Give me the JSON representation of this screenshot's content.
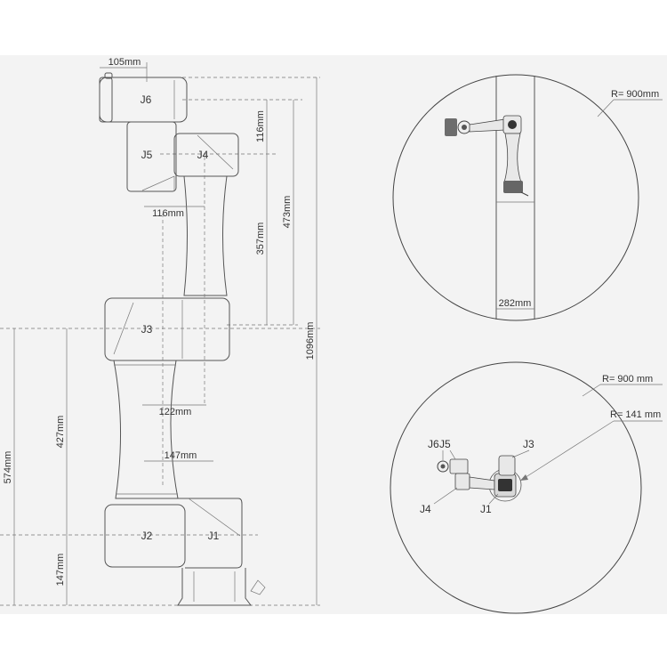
{
  "side_view": {
    "joints": {
      "j1": "J1",
      "j2": "J2",
      "j3": "J3",
      "j4": "J4",
      "j5": "J5",
      "j6": "J6"
    },
    "dims": {
      "d_105": "105mm",
      "d_116_top": "116mm",
      "d_116_mid": "116mm",
      "d_357": "357mm",
      "d_473": "473mm",
      "d_1096": "1096mm",
      "d_122": "122mm",
      "d_147_mid": "147mm",
      "d_427": "427mm",
      "d_574": "574mm",
      "d_147_low": "147mm"
    }
  },
  "top_circle": {
    "radius_label": "R= 900mm",
    "width_label": "282mm"
  },
  "bottom_circle": {
    "radius_label": "R= 900 mm",
    "inner_radius_label": "R= 141 mm",
    "joints": {
      "j1": "J1",
      "j3": "J3",
      "j4": "J4",
      "j5": "J5",
      "j6": "J6"
    }
  }
}
